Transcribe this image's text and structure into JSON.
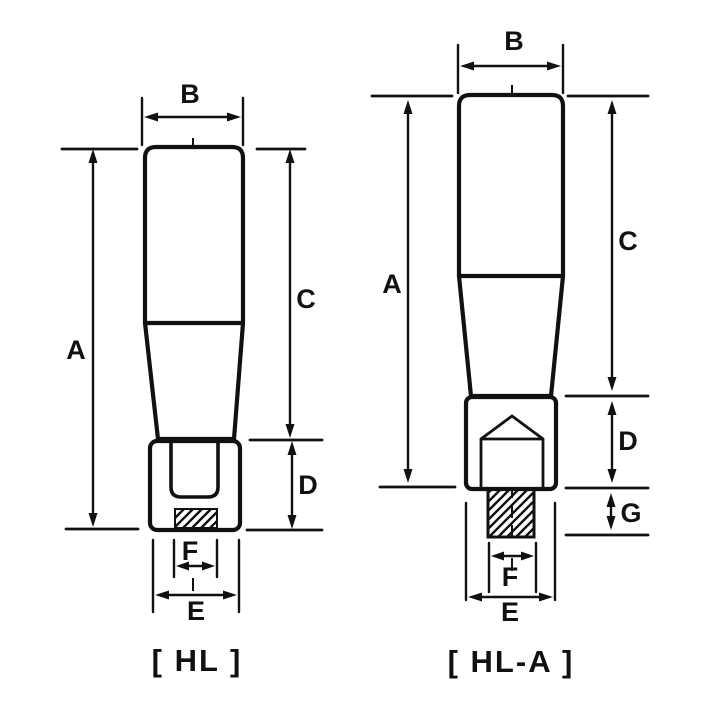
{
  "diagram": {
    "colors": {
      "ink": "#111111",
      "background": "#ffffff"
    },
    "hl": {
      "caption": "[ HL ]",
      "labels": {
        "a": "A",
        "b": "B",
        "c": "C",
        "d": "D",
        "e": "E",
        "f": "F"
      }
    },
    "hla": {
      "caption": "[ HL-A ]",
      "labels": {
        "a": "A",
        "b": "B",
        "c": "C",
        "d": "D",
        "e": "E",
        "f": "F",
        "g": "G"
      }
    }
  }
}
